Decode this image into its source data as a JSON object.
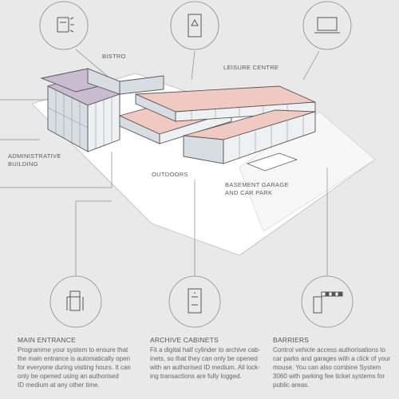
{
  "labels": {
    "bistro": "BISTRO",
    "leisure_centre": "LEISURE CENTRE",
    "administrative_building_line1": "ADMINISTRATIVE",
    "administrative_building_line2": "BUILDING",
    "outdoors": "OUTDOORS",
    "basement_line1": "BASEMENT GARAGE",
    "basement_line2": "AND CAR PARK"
  },
  "info": {
    "main_entrance": {
      "title": "MAIN ENTRANCE",
      "lines": [
        "Programme your system to ensure that",
        "the main entrance is automatically open",
        "for everyone during visiting hours. It can",
        "only be opened using an authorised",
        "ID medium at any other time."
      ]
    },
    "archive_cabinets": {
      "title": "ARCHIVE CABINETS",
      "lines": [
        "Fit a digital half cylinder to archive cab-",
        "inets, so that they can only be opened",
        "with an authorised ID medium. All lock-",
        "ing transactions are fully logged."
      ]
    },
    "barriers": {
      "title": "BARRIERS",
      "lines": [
        "Control vehicle access authorisations to",
        "car parks and garages with a click of your",
        "mouse. You can also combine System",
        "3060 with parking fee ticket systems for",
        "public areas."
      ]
    }
  },
  "colors": {
    "background": "#e9e9e9",
    "ground": "#ffffff",
    "glass": "#d7dde3",
    "roof_lilac": "#c9bcd0",
    "roof_pink": "#f0c9c3",
    "line": "#555555",
    "leader": "#8a8a8a"
  }
}
